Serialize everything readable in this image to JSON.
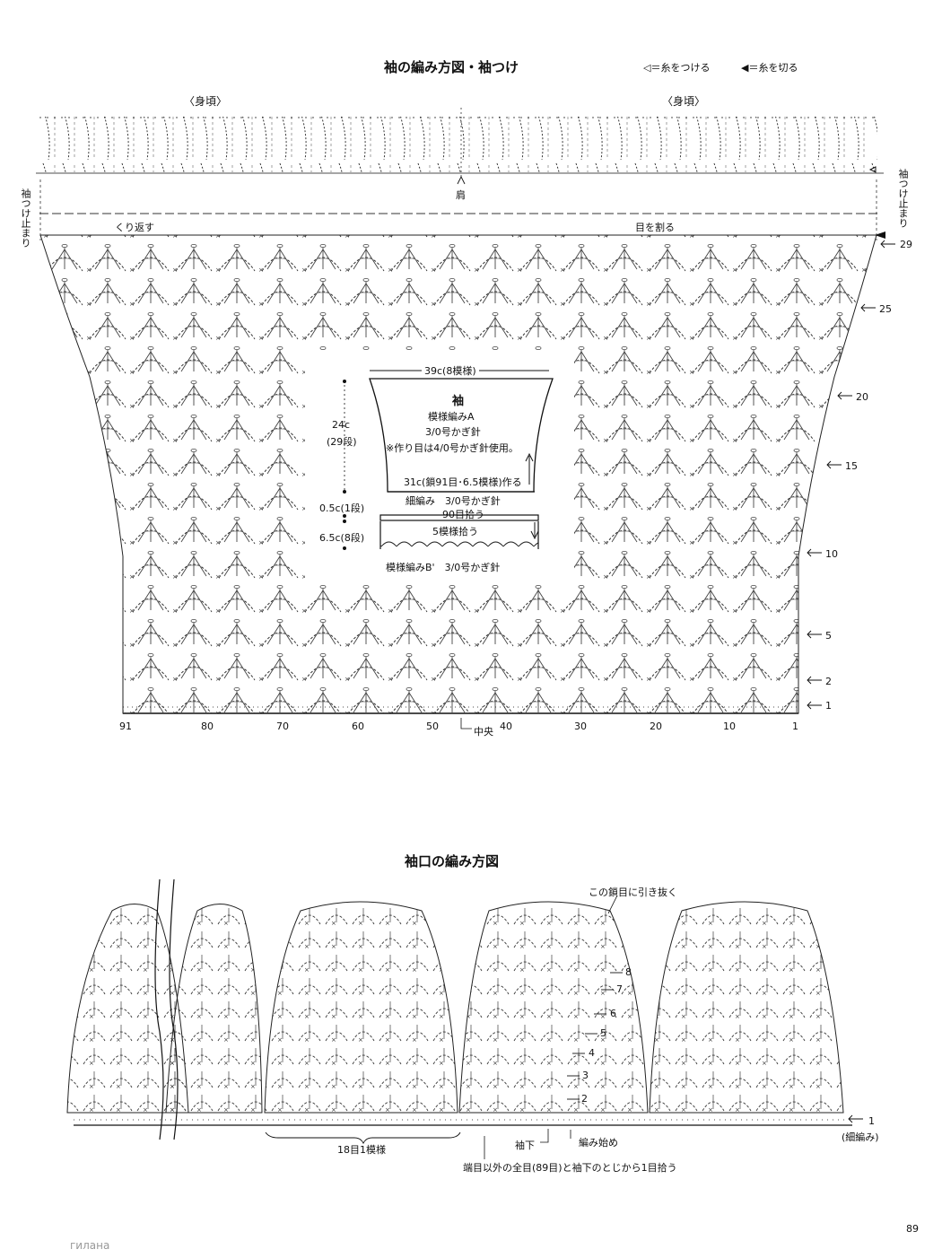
{
  "top": {
    "title": "袖の編み方図・袖つけ",
    "legend_attach": "◁＝糸をつける",
    "legend_cut": "◀＝糸を切る",
    "bodice_left": "〈身頃〉",
    "bodice_right": "〈身頃〉",
    "shoulder": "肩",
    "sleeve_stop_left": "袖つけ止まり",
    "sleeve_stop_right": "袖つけ止まり",
    "repeat": "くり返す",
    "split": "目を割る",
    "center": "中央",
    "row_marks": [
      "29",
      "25",
      "20",
      "15",
      "10",
      "5",
      "2",
      "1"
    ],
    "stitch_ticks": [
      "91",
      "80",
      "70",
      "60",
      "50",
      "40",
      "30",
      "20",
      "10",
      "1"
    ]
  },
  "schematic": {
    "width": "39c(8模様)",
    "name": "袖",
    "pattern_a": "模様編みA",
    "hook_a": "3/0号かぎ針",
    "note": "※作り目は4/0号かぎ針使用。",
    "height_main": "24c",
    "rows_main": "(29段)",
    "start": "31c(鎖91目･6.5模様)作る",
    "sc_band": "細編み　3/0号かぎ針",
    "pickup90": "90目拾う",
    "h_band": "0.5c(1段)",
    "h_edge": "6.5c(8段)",
    "pickup5": "5模様拾う",
    "pattern_b": "模様編みB'　3/0号かぎ針"
  },
  "cuff": {
    "title": "袖口の編み方図",
    "pull_through": "この鎖目に引き抜く",
    "repeat": "18目1模様",
    "underarm": "袖下",
    "begin": "編み始め",
    "row1": "1",
    "row1_note": "(細編み)",
    "pickup": "端目以外の全目(89目)と袖下のとじから1目拾う",
    "row_numbers": [
      "2",
      "3",
      "4",
      "5",
      "6",
      "7",
      "8"
    ]
  },
  "footer": {
    "page": "89",
    "watermark": "гилана"
  }
}
